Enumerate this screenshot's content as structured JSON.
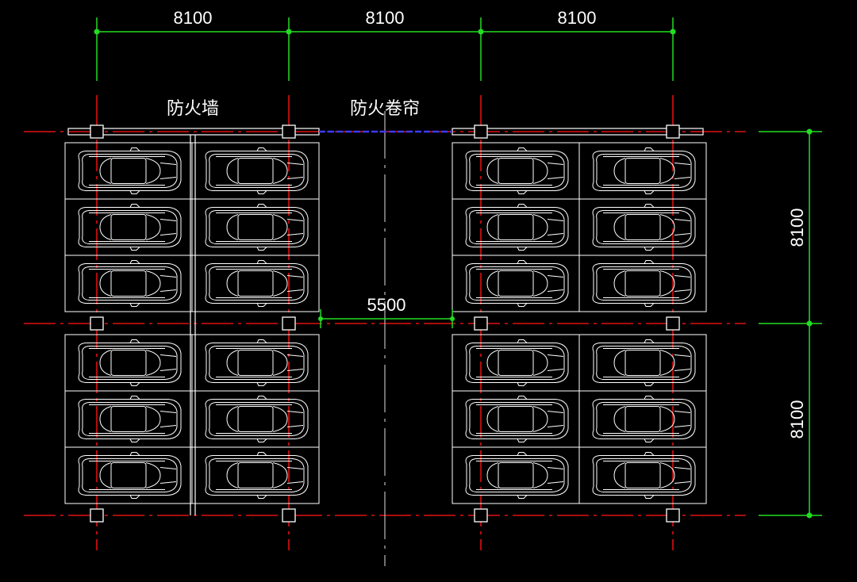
{
  "dimensions": {
    "top": [
      "8100",
      "8100",
      "8100"
    ],
    "right": [
      "8100",
      "8100"
    ],
    "aisle": "5500"
  },
  "labels": {
    "fire_wall": "防火墙",
    "fire_shutter": "防火卷帘"
  },
  "layout": {
    "left_block": {
      "columns": 2,
      "rows_upper": 3,
      "rows_lower": 3
    },
    "right_block": {
      "columns": 2,
      "rows_upper": 3,
      "rows_lower": 3
    }
  },
  "colors": {
    "background": "#000000",
    "axis_line": "#e01010",
    "dimension_line": "#22dd22",
    "geometry": "#ffffff",
    "fire_shutter": "#3b3bff"
  }
}
